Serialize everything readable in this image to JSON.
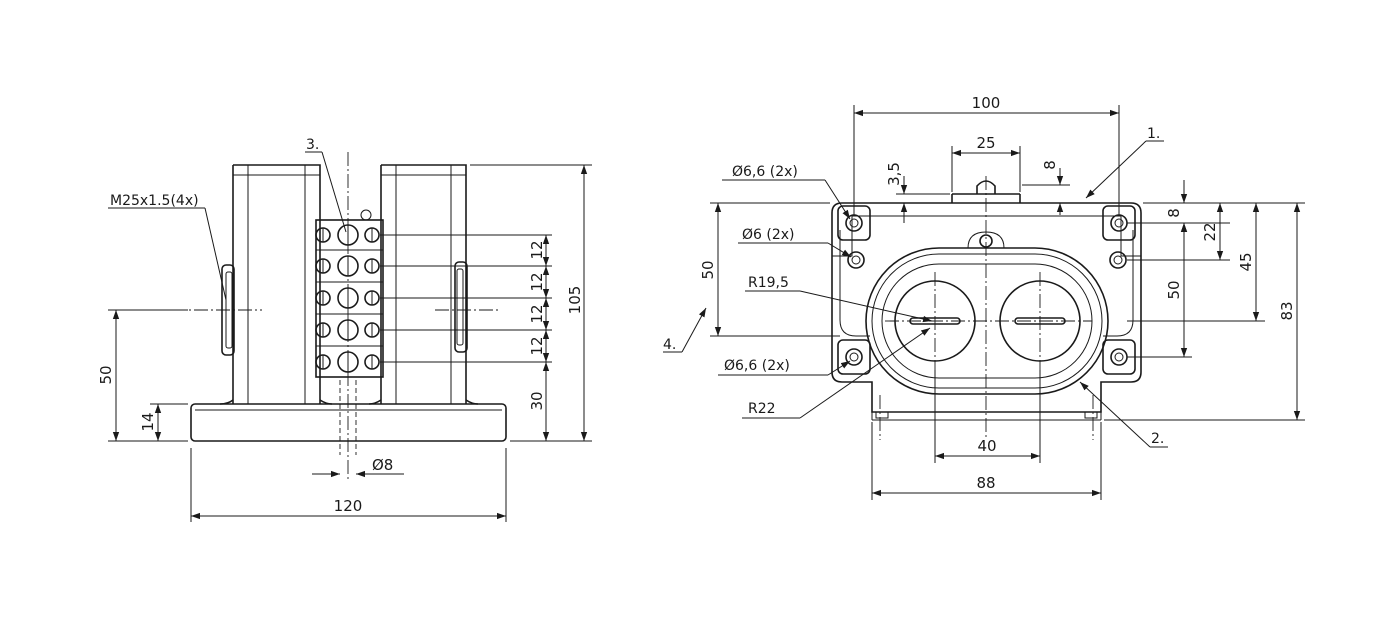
{
  "left_view": {
    "thread_callout": "M25x1.5(4x)",
    "item_3": "3.",
    "dim_width_total": "120",
    "dim_height_total": "105",
    "dim_pitch_1": "12",
    "dim_pitch_2": "12",
    "dim_pitch_3": "12",
    "dim_pitch_4": "12",
    "dim_base_to_row": "30",
    "dim_axis_height": "50",
    "dim_flange_height": "14",
    "dim_bore": "Ø8"
  },
  "right_view": {
    "item_1": "1.",
    "item_2": "2.",
    "item_4": "4.",
    "dim_width_top": "100",
    "dim_actuator_width": "25",
    "dim_3_5": "3,5",
    "dim_8_top": "8",
    "hole_note_top": "Ø6,6 (2x)",
    "hole_note_mid": "Ø6 (2x)",
    "radius_inner": "R19,5",
    "hole_note_bottom": "Ø6,6 (2x)",
    "radius_outer": "R22",
    "dim_left_50": "50",
    "dim_right_8": "8",
    "dim_right_22": "22",
    "dim_right_50": "50",
    "dim_right_45": "45",
    "dim_right_83": "83",
    "dim_button_pitch": "40",
    "dim_base_width": "88"
  }
}
